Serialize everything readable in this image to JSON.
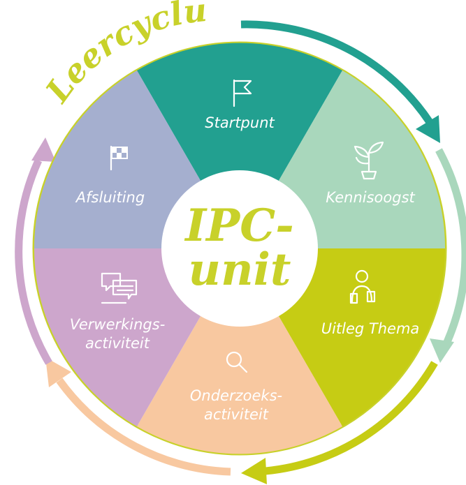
{
  "title": "Leercyclus",
  "center": {
    "line1": "IPC-",
    "line2": "unit"
  },
  "segments": [
    {
      "key": "startpunt",
      "label": "Startpunt",
      "icon": "flag-icon",
      "color": "#22A090"
    },
    {
      "key": "kennisoogst",
      "label": "Kennisoogst",
      "icon": "plant-icon",
      "color": "#A9D7BC"
    },
    {
      "key": "uitleg",
      "label": "Uitleg Thema",
      "icon": "teacher-icon",
      "color": "#C6CC14"
    },
    {
      "key": "onderzoek",
      "label_line1": "Onderzoeks-",
      "label_line2": "activiteit",
      "icon": "magnifier-icon",
      "color": "#F8C8A0"
    },
    {
      "key": "verwerking",
      "label_line1": "Verwerkings-",
      "label_line2": "activiteit",
      "icon": "speech-bubbles-icon",
      "color": "#CDA6CC"
    },
    {
      "key": "afsluiting",
      "label": "Afsluiting",
      "icon": "checkered-flag-icon",
      "color": "#A5AFCF"
    }
  ],
  "colors": {
    "title": "#C8D12A",
    "center_text": "#C8D12A",
    "ring_outline": "#C8D12A",
    "arrow_teal": "#22A090",
    "arrow_mint": "#A9D7BC",
    "arrow_lime": "#C6CC14",
    "arrow_peach": "#F8C8A0",
    "arrow_lilac": "#CDA6CC"
  }
}
